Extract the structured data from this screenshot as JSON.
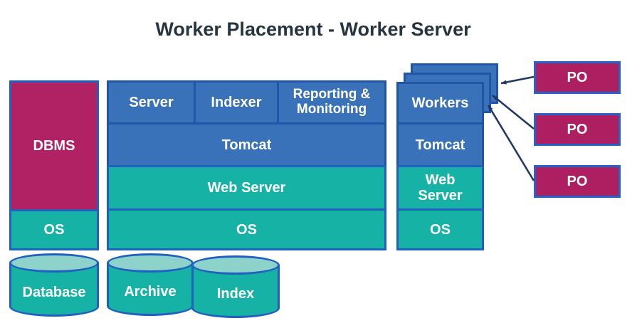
{
  "title": "Worker Placement - Worker Server",
  "db_server": {
    "dbms": "DBMS",
    "os": "OS",
    "database": "Database"
  },
  "placement_server": {
    "server": "Server",
    "indexer": "Indexer",
    "reporting_monitoring": "Reporting & Monitoring",
    "tomcat": "Tomcat",
    "web_server": "Web Server",
    "os": "OS",
    "archive": "Archive",
    "index": "Index"
  },
  "worker_server": {
    "workers": "Workers",
    "tomcat": "Tomcat",
    "web_server": "Web Server",
    "os": "OS"
  },
  "po": [
    "PO",
    "PO",
    "PO"
  ],
  "colors": {
    "blue_fill": "#3a72b9",
    "blue_border": "#2056a8",
    "teal_fill": "#16b2a5",
    "teal_border": "#2160be",
    "magenta_fill": "#b02264",
    "po_fill": "#ad1f61",
    "po_border": "#2563c5",
    "cylinder_top": "#8ed3cb",
    "arrow": "#1f3864",
    "title_text": "#263540"
  }
}
